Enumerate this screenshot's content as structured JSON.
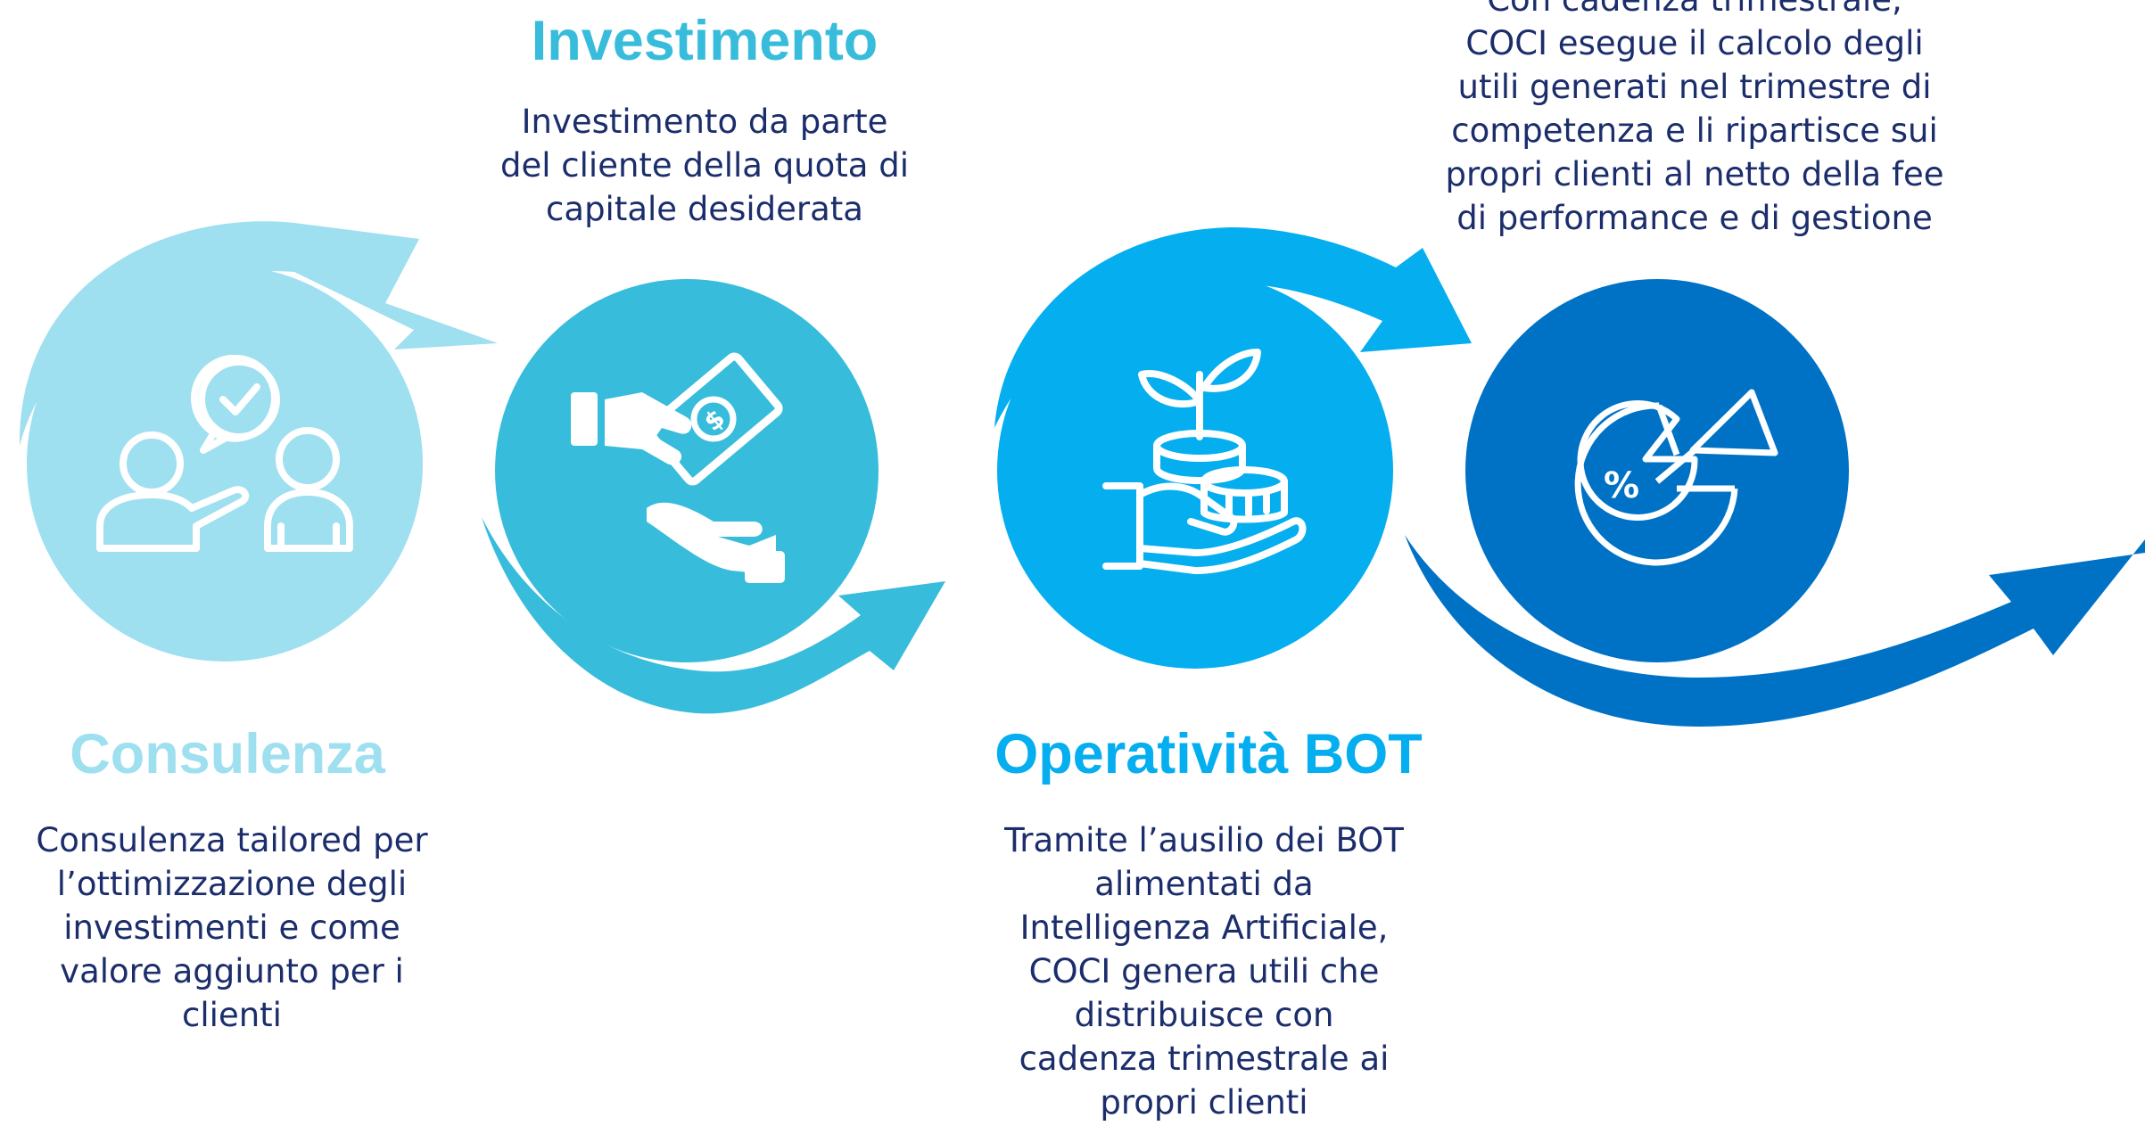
{
  "colors": {
    "step1": "#9edff0",
    "step2": "#38bcdb",
    "step3": "#04aeef",
    "step4": "#0072c6",
    "text": "#1b2d6b"
  },
  "steps": [
    {
      "title": "Consulenza",
      "icon": "consultation-people-icon",
      "description": [
        "Consulenza tailored per",
        "l’ottimizzazione degli",
        "investimenti e come",
        "valore aggiunto per i",
        "clienti"
      ]
    },
    {
      "title": "Investimento",
      "icon": "money-handover-icon",
      "description": [
        "Investimento da parte",
        "del cliente della quota di",
        "capitale desiderata"
      ]
    },
    {
      "title": "Operatività BOT",
      "icon": "coins-plant-hand-icon",
      "description": [
        "Tramite l’ausilio dei BOT",
        "alimentati da",
        "Intelligenza Artificiale,",
        "COCI genera utili che",
        "distribuisce con",
        "cadenza trimestrale ai",
        "propri clienti"
      ]
    },
    {
      "title": "",
      "icon": "percent-pie-chart-icon",
      "description": [
        "Con cadenza trimestrale,",
        "COCI esegue il calcolo degli",
        "utili generati nel trimestre di",
        "competenza e li ripartisce sui",
        "propri clienti al netto della fee",
        "di performance e di gestione"
      ]
    }
  ]
}
